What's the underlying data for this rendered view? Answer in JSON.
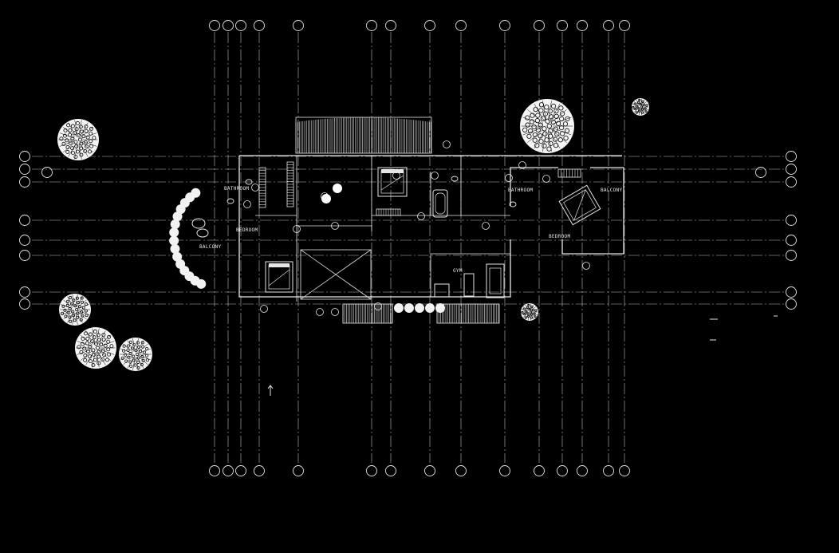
{
  "drawing": {
    "background": "#000000",
    "line_color": "#e6e6e6",
    "grid_color": "#bdbdbd"
  },
  "rooms": {
    "bathroom_west": "BATHROOM",
    "bedroom_west": "BEDROOM",
    "balcony_west": "BALCONY",
    "gym": "GYM",
    "bathroom_east": "BATHROOM",
    "balcony_east": "BALCONY",
    "bedroom_east": "BEDROOM"
  },
  "symbols": {
    "trees": "tree-icon",
    "column_bubbles": "grid-bubble-icon",
    "stair": "stair-icon",
    "north_arrow": "arrow-up-icon"
  }
}
